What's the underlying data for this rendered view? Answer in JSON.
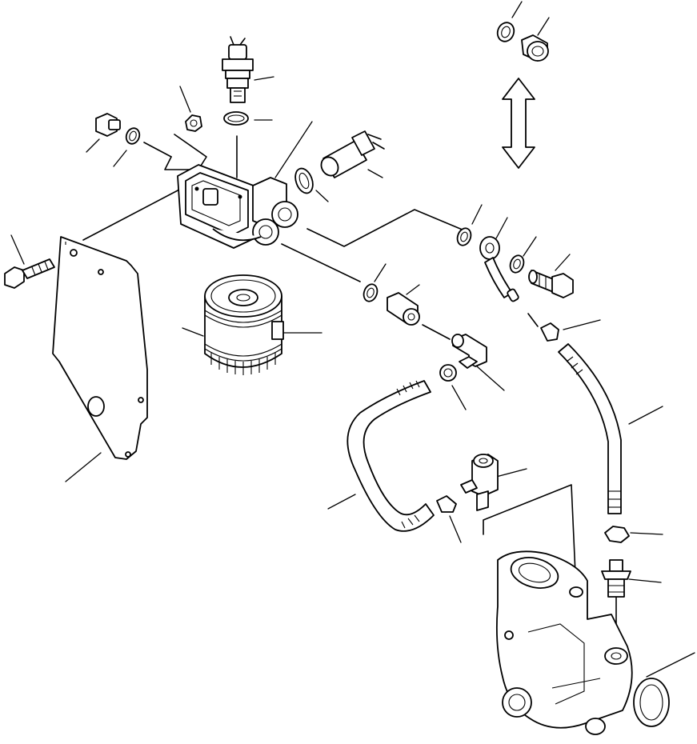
{
  "diagram": {
    "type": "exploded-parts-view",
    "text_labels": [],
    "colors": {
      "ink": "#000000",
      "paper": "#ffffff"
    },
    "parts": [
      "fuel-filter-head",
      "fuel-filter-cartridge",
      "mounting-bracket",
      "bracket-bolt",
      "sensor-switch-top",
      "sensor-switch-side",
      "o-ring",
      "plug",
      "gasket",
      "nut",
      "connector-fitting",
      "elbow-fitting",
      "banjo-fitting",
      "banjo-bolt",
      "fuel-hose-left",
      "fuel-hose-right",
      "hose-clamp",
      "tee-fitting",
      "injection-pump-housing",
      "plug-stud",
      "replacement-plug",
      "double-arrow"
    ]
  }
}
